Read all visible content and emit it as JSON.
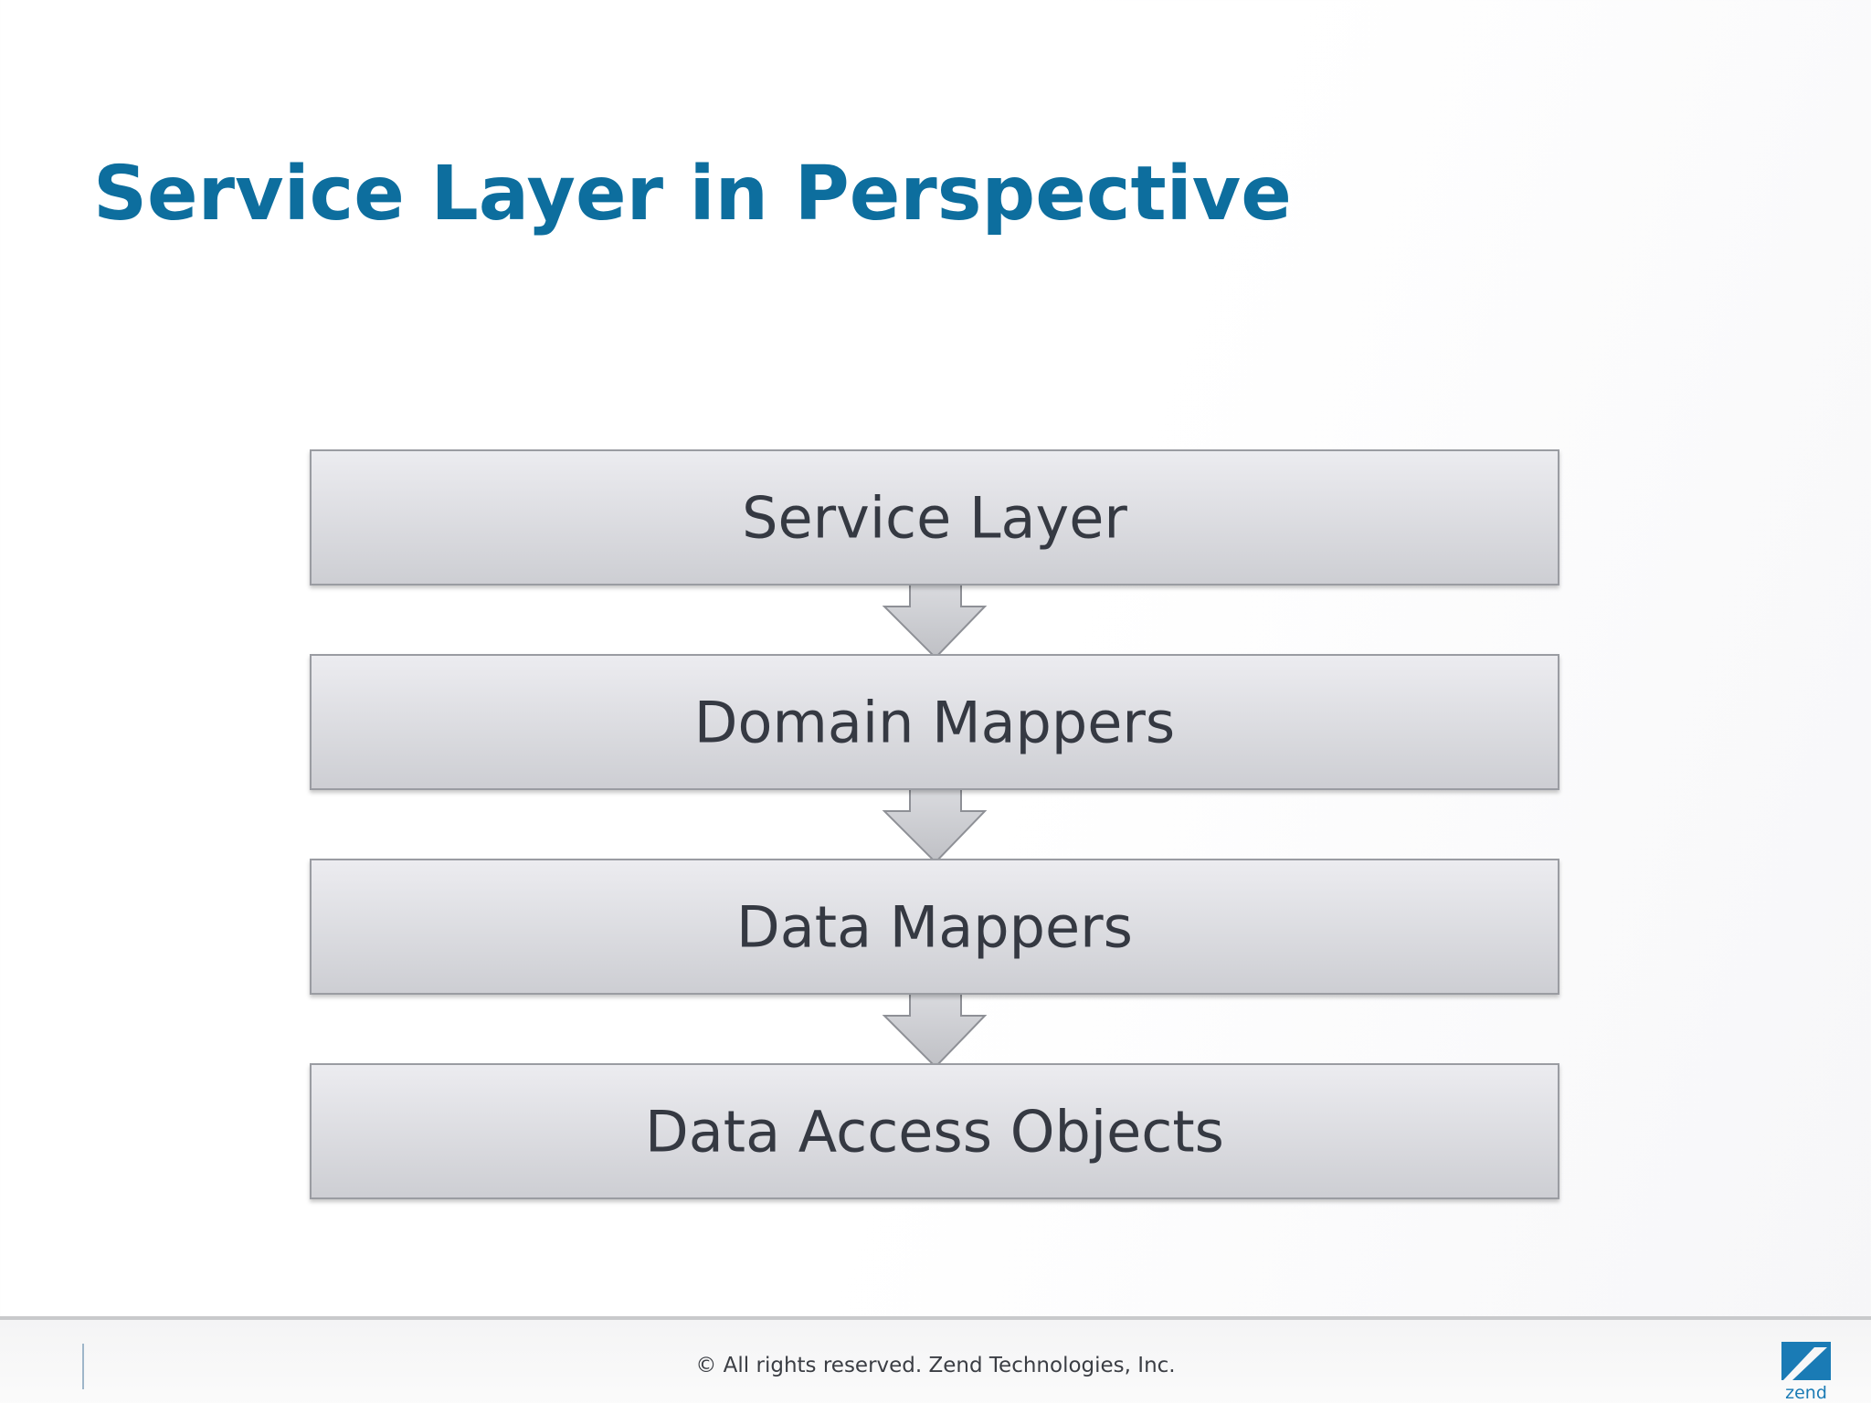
{
  "slide": {
    "title": "Service Layer in Perspective"
  },
  "diagram": {
    "boxes": [
      {
        "label": "Service Layer"
      },
      {
        "label": "Domain Mappers"
      },
      {
        "label": "Data Mappers"
      },
      {
        "label": "Data Access Objects"
      }
    ]
  },
  "footer": {
    "copyright": "© All rights reserved. Zend Technologies, Inc.",
    "logo_text": "zend",
    "logo_icon": "zend-z-logo-icon",
    "accent_color": "#1a7bb5"
  },
  "colors": {
    "title": "#0d6e9e",
    "box_text": "#353942"
  }
}
